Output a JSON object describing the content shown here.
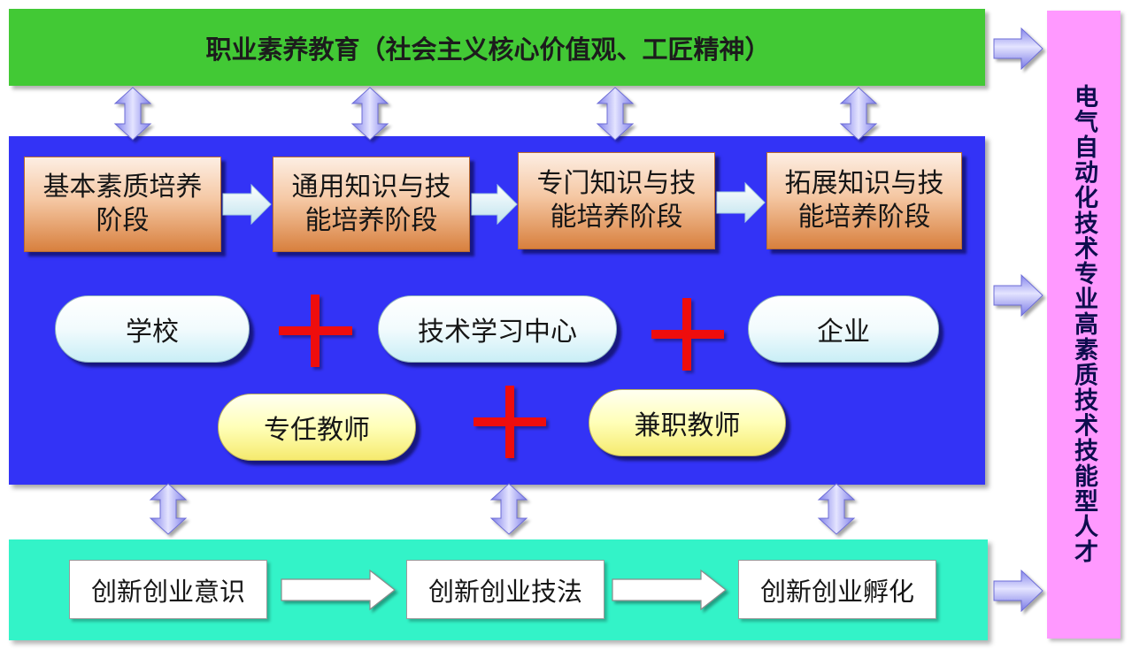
{
  "top_bar": {
    "label": "职业素养教育（社会主义核心价值观、工匠精神）"
  },
  "outcome": {
    "label": "电气自动化技术专业高素质技术技能型人才"
  },
  "stages": [
    {
      "label": "基本素质培养阶段"
    },
    {
      "label": "通用知识与技能培养阶段"
    },
    {
      "label": "专门知识与技能培养阶段"
    },
    {
      "label": "拓展知识与技能培养阶段"
    }
  ],
  "partners": [
    {
      "label": "学校"
    },
    {
      "label": "技术学习中心"
    },
    {
      "label": "企业"
    }
  ],
  "teachers": [
    {
      "label": "专任教师"
    },
    {
      "label": "兼职教师"
    }
  ],
  "innovation": [
    {
      "label": "创新创业意识"
    },
    {
      "label": "创新创业技法"
    },
    {
      "label": "创新创业孵化"
    }
  ],
  "colors": {
    "top_bar": "#42C935",
    "main_panel": "#3333F6",
    "innovation_panel": "#33F3C8",
    "outcome_panel": "#FF99FF",
    "outcome_text": "#0D0D4D",
    "plus": "#EE1111"
  }
}
